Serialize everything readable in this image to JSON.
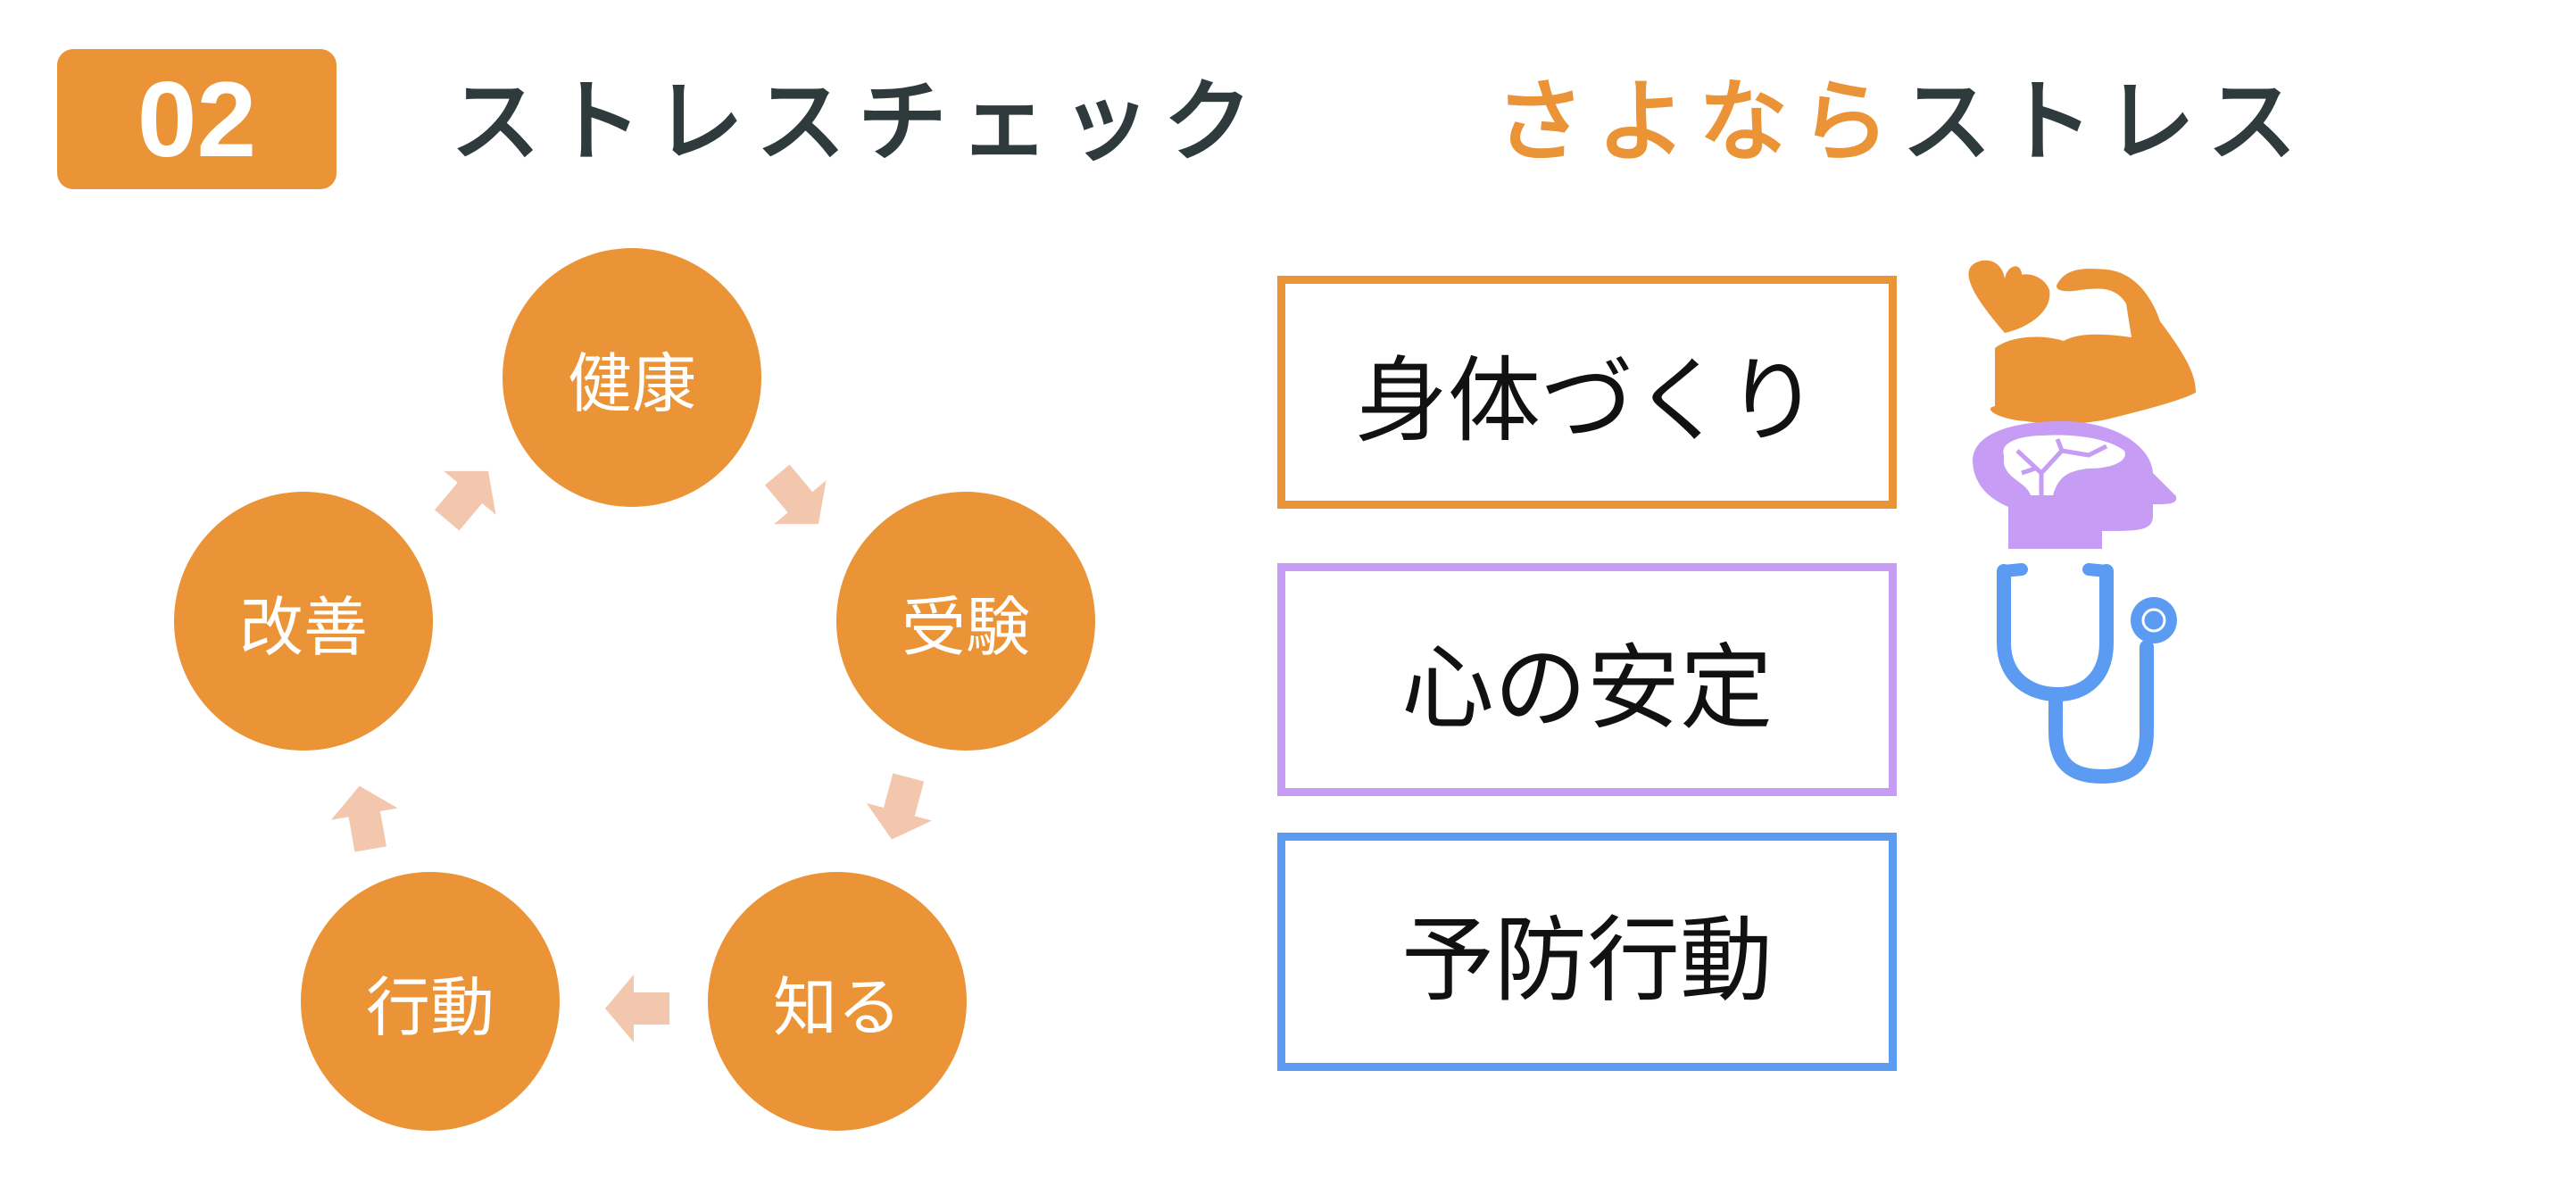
{
  "header": {
    "number": "02",
    "title": "ストレスチェック",
    "subtitle_highlight": "さよなら",
    "subtitle_rest": "ストレス"
  },
  "cycle": [
    "健康",
    "受験",
    "知る",
    "行動",
    "改善"
  ],
  "actions": [
    {
      "label": "身体づくり",
      "color": "#ea9437",
      "icon": "flexed-arm-heart-icon"
    },
    {
      "label": "心の安定",
      "color": "#c69cf4",
      "icon": "head-brain-icon"
    },
    {
      "label": "予防行動",
      "color": "#5b9cf2",
      "icon": "stethoscope-icon"
    }
  ],
  "colors": {
    "accent": "#ea9437",
    "arrow": "#f3c7ad",
    "text": "#2e3a3c"
  }
}
